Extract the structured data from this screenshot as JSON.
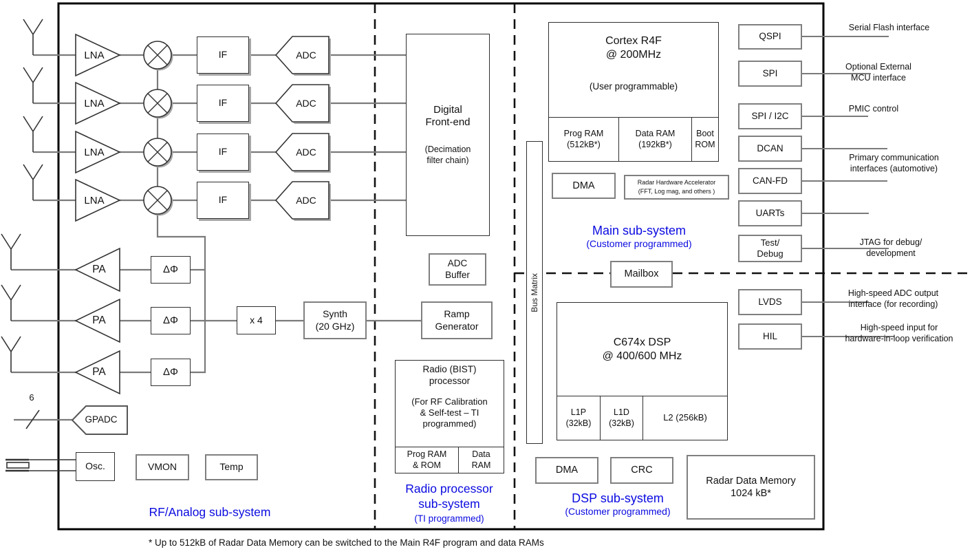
{
  "colors": {
    "accent_blue": "#0a0ae0",
    "wire_gray": "#7a7a7a"
  },
  "footnote": "* Up to 512kB of Radar Data Memory can be switched to the Main R4F program and data RAMs",
  "rf": {
    "label": "RF/Analog sub-system",
    "lna": "LNA",
    "if": "IF",
    "adc": "ADC",
    "pa": "PA",
    "phase": "ΔΦ",
    "x4": "x 4",
    "synth": "Synth\n(20 GHz)",
    "gpadc": "GPADC",
    "bus6": "6",
    "osc": "Osc.",
    "vmon": "VMON",
    "temp": "Temp"
  },
  "dfe": {
    "title": "Digital\nFront-end",
    "subtitle": "(Decimation\nfilter chain)"
  },
  "radio": {
    "label": "Radio processor\nsub-system",
    "note": "(TI programmed)",
    "proc_title": "Radio (BIST)\nprocessor",
    "proc_note": "(For RF Calibration\n& Self-test  – TI\nprogrammed)",
    "prog_ram": "Prog RAM\n& ROM",
    "data_ram": "Data\nRAM",
    "adc_buffer": "ADC\nBuffer",
    "ramp": "Ramp\nGenerator"
  },
  "main": {
    "label": "Main sub-system",
    "note": "(Customer programmed)",
    "cortex_title": "Cortex R4F\n@ 200MHz",
    "cortex_note": "(User programmable)",
    "prog_ram": "Prog RAM\n(512kB*)",
    "data_ram": "Data RAM\n(192kB*)",
    "boot_rom": "Boot\nROM",
    "dma": "DMA",
    "hwa": "Radar Hardware Accelerator\n(FFT, Log mag, and others )",
    "mailbox": "Mailbox",
    "bus_matrix": "Bus Matrix"
  },
  "dsp": {
    "label": "DSP sub-system",
    "note": "(Customer programmed)",
    "title": "C674x DSP\n@ 400/600 MHz",
    "l1p": "L1P\n(32kB)",
    "l1d": "L1D\n(32kB)",
    "l2": "L2 (256kB)",
    "dma": "DMA",
    "crc": "CRC",
    "rdm": "Radar Data Memory\n1024 kB*"
  },
  "periph": {
    "qspi": "QSPI",
    "spi": "SPI",
    "spi_i2c": "SPI / I2C",
    "dcan": "DCAN",
    "can_fd": "CAN-FD",
    "uarts": "UARTs",
    "test_debug": "Test/\nDebug",
    "lvds": "LVDS",
    "hil": "HIL"
  },
  "ext": {
    "serial_flash": "Serial Flash interface",
    "mcu": "Optional External\nMCU interface",
    "pmic": "PMIC control",
    "comm": "Primary communication\ninterfaces (automotive)",
    "jtag": "JTAG for debug/\ndevelopment",
    "lvds": "High-speed ADC output\ninterface (for recording)",
    "hil": "High-speed input for\nhardware-in-loop verification"
  }
}
